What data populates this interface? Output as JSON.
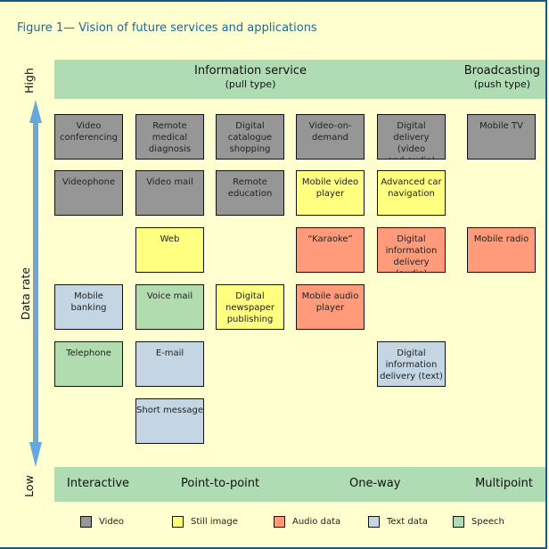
{
  "title": "Figure 1— Vision of future services and applications",
  "colors": {
    "video": "#969696",
    "still_image": "#ffff80",
    "audio_data": "#ff9a7a",
    "text_data": "#c4d6e4",
    "speech": "#b0dcb0",
    "band": "#b0dcb4",
    "background": "#ffffd0",
    "title": "#1a6a96",
    "arrow": "#78a4c8",
    "border": "#1a5a7a"
  },
  "header": {
    "information_service": {
      "line1": "Information service",
      "line2": "(pull type)"
    },
    "broadcasting": {
      "line1": "Broadcasting",
      "line2": "(push type)"
    }
  },
  "footer": {
    "interactive": "Interactive",
    "point_to_point": "Point-to-point",
    "one_way": "One-way",
    "multipoint": "Multipoint"
  },
  "axis": {
    "high": "High",
    "low": "Low",
    "label": "Data rate"
  },
  "boxes": [
    {
      "label": "Video\nconferencing",
      "type": "video",
      "col": 0,
      "row": 0
    },
    {
      "label": "Remote medical\ndiagnosis",
      "type": "video",
      "col": 1,
      "row": 0
    },
    {
      "label": "Digital\ncatalogue\nshopping",
      "type": "video",
      "col": 2,
      "row": 0
    },
    {
      "label": "Video-on-\ndemand",
      "type": "video",
      "col": 3,
      "row": 0
    },
    {
      "label": "Digital delivery\n(video\nand audio)",
      "type": "video",
      "col": 4,
      "row": 0
    },
    {
      "label": "Mobile TV",
      "type": "video",
      "col": 5,
      "row": 0
    },
    {
      "label": "Videophone",
      "type": "video",
      "col": 0,
      "row": 1
    },
    {
      "label": "Video mail",
      "type": "video",
      "col": 1,
      "row": 1
    },
    {
      "label": "Remote\neducation",
      "type": "video",
      "col": 2,
      "row": 1
    },
    {
      "label": "Mobile video\nplayer",
      "type": "still_image",
      "col": 3,
      "row": 1
    },
    {
      "label": "Advanced car\nnavigation",
      "type": "still_image",
      "col": 4,
      "row": 1
    },
    {
      "label": "Web",
      "type": "still_image",
      "col": 1,
      "row": 2
    },
    {
      "label": "“Karaoke”",
      "type": "audio_data",
      "col": 3,
      "row": 2
    },
    {
      "label": "Digital\ninformation\ndelivery (audio)",
      "type": "audio_data",
      "col": 4,
      "row": 2
    },
    {
      "label": "Mobile radio",
      "type": "audio_data",
      "col": 5,
      "row": 2
    },
    {
      "label": "Mobile banking",
      "type": "text_data",
      "col": 0,
      "row": 3
    },
    {
      "label": "Voice mail",
      "type": "speech",
      "col": 1,
      "row": 3
    },
    {
      "label": "Digital\nnewspaper\npublishing",
      "type": "still_image",
      "col": 2,
      "row": 3
    },
    {
      "label": "Mobile audio\nplayer",
      "type": "audio_data",
      "col": 3,
      "row": 3
    },
    {
      "label": "Telephone",
      "type": "speech",
      "col": 0,
      "row": 4
    },
    {
      "label": "E-mail",
      "type": "text_data",
      "col": 1,
      "row": 4
    },
    {
      "label": "Digital\ninformation\ndelivery (text)",
      "type": "text_data",
      "col": 4,
      "row": 4
    },
    {
      "label": "Short message",
      "type": "text_data",
      "col": 1,
      "row": 5
    }
  ],
  "legend": [
    {
      "label": "Video",
      "type": "video"
    },
    {
      "label": "Still image",
      "type": "still_image"
    },
    {
      "label": "Audio data",
      "type": "audio_data"
    },
    {
      "label": "Text data",
      "type": "text_data"
    },
    {
      "label": "Speech",
      "type": "speech"
    }
  ]
}
